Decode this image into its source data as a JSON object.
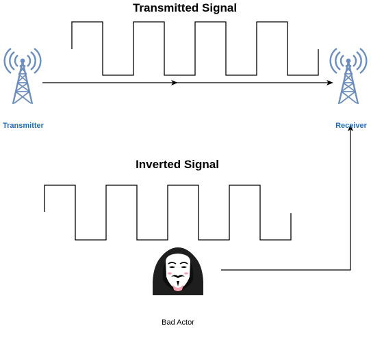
{
  "titles": {
    "transmitted": "Transmitted Signal",
    "inverted": "Inverted Signal"
  },
  "nodes": {
    "transmitter": {
      "label": "Transmitter",
      "icon": "radio-tower-icon"
    },
    "receiver": {
      "label": "Receiver",
      "icon": "radio-tower-icon"
    },
    "bad_actor": {
      "label": "Bad Actor",
      "icon": "hooded-hacker-icon"
    }
  },
  "colors": {
    "tower": "#6c8ebf",
    "tower_label": "#1f6bb5",
    "line": "#000000"
  }
}
